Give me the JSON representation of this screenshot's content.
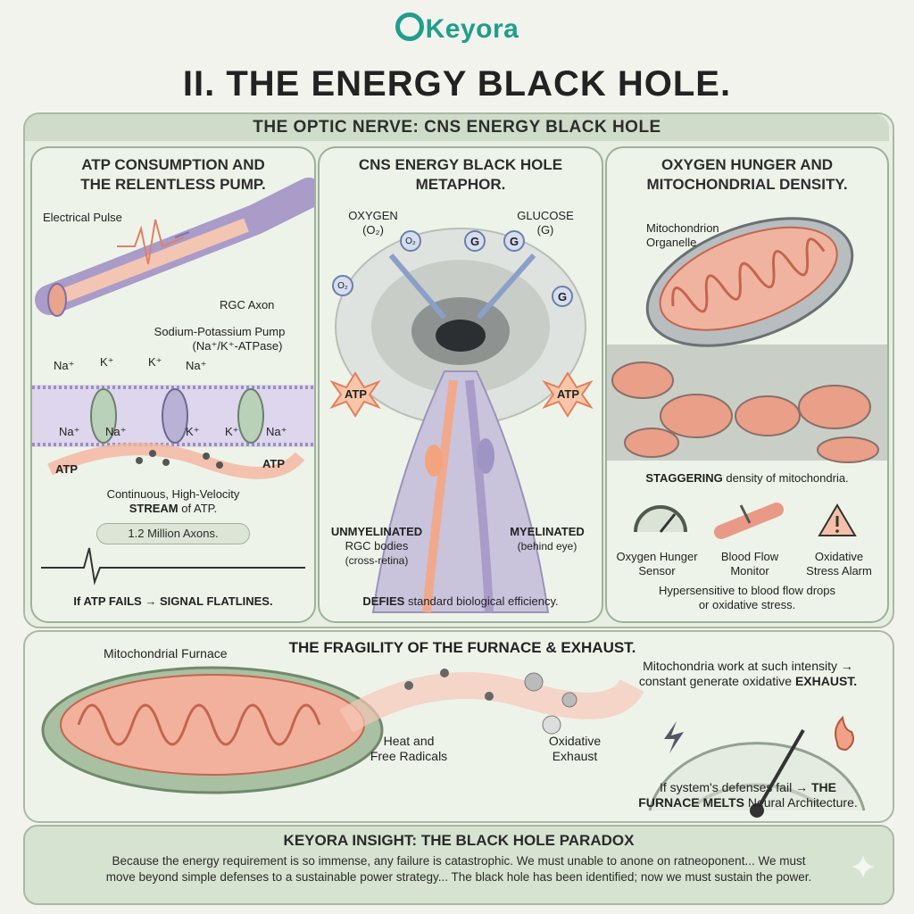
{
  "brand": {
    "name": "Keyora"
  },
  "page_title": "II. THE ENERGY BLACK HOLE.",
  "banner": "THE OPTIC NERVE: CNS ENERGY BLACK HOLE",
  "panel1": {
    "title_line1": "ATP CONSUMPTION AND",
    "title_line2": "THE RELENTLESS PUMP.",
    "electrical_pulse": "Electrical Pulse",
    "rgc_axon": "RGC Axon",
    "pump_line1": "Sodium-Potassium Pump",
    "pump_line2": "(Na⁺/K⁺-ATPase)",
    "na": "Na⁺",
    "k": "K⁺",
    "atp": "ATP",
    "stream_line1": "Continuous, High-Velocity",
    "stream_bold": "STREAM",
    "stream_rest": " of ATP.",
    "axon_count": "1.2 Million Axons.",
    "fail_bold1": "If ATP FAILS",
    "fail_arrow": " → ",
    "fail_bold2": "SIGNAL FLATLINES."
  },
  "panel2": {
    "title_line1": "CNS ENERGY BLACK HOLE",
    "title_line2": "METAPHOR.",
    "oxygen_label": "OXYGEN",
    "oxygen_sub": "(O₂)",
    "glucose_label": "GLUCOSE",
    "glucose_sub": "(G)",
    "o2": "O₂",
    "g": "G",
    "atp": "ATP",
    "unmyelinated": "UNMYELINATED",
    "unmyelinated_sub1": "RGC bodies",
    "unmyelinated_sub2": "(cross-retina)",
    "myelinated": "MYELINATED",
    "myelinated_sub": "(behind eye)",
    "defies_bold": "DEFIES",
    "defies_rest": " standard biological efficiency."
  },
  "panel3": {
    "title_line1": "OXYGEN HUNGER AND",
    "title_line2": "MITOCHONDRIAL DENSITY.",
    "organelle_line1": "Mitochondrion",
    "organelle_line2": "Organelle",
    "density_bold": "STAGGERING",
    "density_rest": " density of mitochondria.",
    "icon1_line1": "Oxygen Hunger",
    "icon1_line2": "Sensor",
    "icon2_line1": "Blood Flow",
    "icon2_line2": "Monitor",
    "icon3_line1": "Oxidative",
    "icon3_line2": "Stress Alarm",
    "hyper_line1": "Hypersensitive to blood flow drops",
    "hyper_line2": "or oxidative stress."
  },
  "bottom": {
    "title": "THE FRAGILITY OF THE FURNACE & EXHAUST.",
    "furnace_label": "Mitochondrial Furnace",
    "heat_line1": "Heat and",
    "heat_line2": "Free Radicals",
    "exhaust_line1": "Oxidative",
    "exhaust_line2": "Exhaust",
    "work_line1": "Mitochondria work at such intensity →",
    "work_line2_pre": "constant generate oxidative ",
    "work_line2_bold": "EXHAUST.",
    "defense_line1_pre": "If system's defenses fail → ",
    "defense_line1_bold": "THE",
    "defense_line2_bold": "FURNACE MELTS",
    "defense_line2_rest": " Neural Architecture."
  },
  "insight": {
    "title": "KEYORA INSIGHT: THE BLACK HOLE PARADOX",
    "text_line1": "Because the energy requirement is so immense, any failure is catastrophic. We must unable to anone on ratneoponent... We must",
    "text_line2": "move beyond simple defenses to a sustainable power strategy... The black hole has been identified; now we must sustain the power."
  },
  "colors": {
    "brand_teal": "#1f9e8c",
    "panel_green": "#eef3ea",
    "border_green": "#9fb09a",
    "mito_salmon": "#e98a72",
    "axon_purple": "#a99cc8"
  }
}
